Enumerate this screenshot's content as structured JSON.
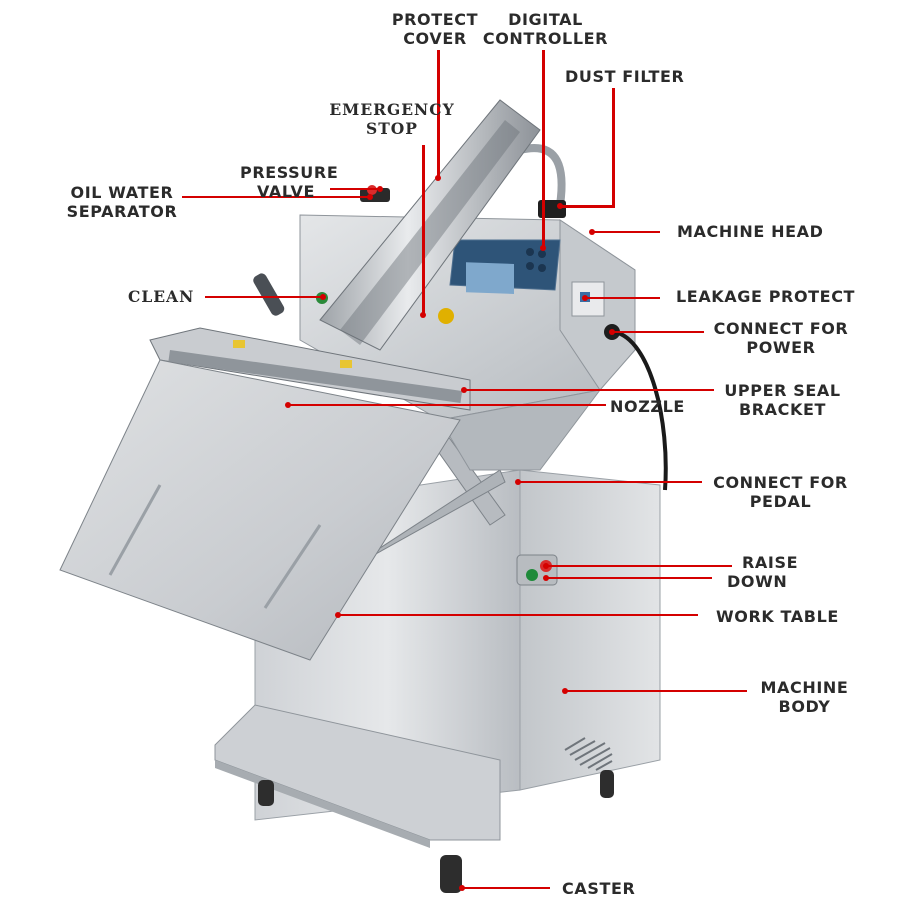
{
  "colors": {
    "callout": "#d40000",
    "label_text": "#2b2b2b",
    "steel_light": "#d7d9dc",
    "steel_dark": "#8f959b",
    "screen_blue": "#3e6c9a"
  },
  "labels": {
    "protect_cover": "PROTECT COVER",
    "digital_controller": "DIGITAL CONTROLLER",
    "dust_filter": "DUST FILTER",
    "emergency_stop": "EMERGENCY STOP",
    "pressure_valve": "PRESSURE VALVE",
    "oil_water_separator": "OIL WATER SEPARATOR",
    "machine_head": "MACHINE HEAD",
    "clean": "CLEAN",
    "leakage_protect": "LEAKAGE PROTECT",
    "connect_for_power": "CONNECT FOR POWER",
    "nozzle": "NOZZLE",
    "upper_seal_bracket": "UPPER SEAL BRACKET",
    "connect_for_pedal": "CONNECT FOR PEDAL",
    "raise": "RAISE",
    "down": "DOWN",
    "work_table": "WORK TABLE",
    "machine_body": "MACHINE BODY",
    "caster": "CASTER"
  }
}
